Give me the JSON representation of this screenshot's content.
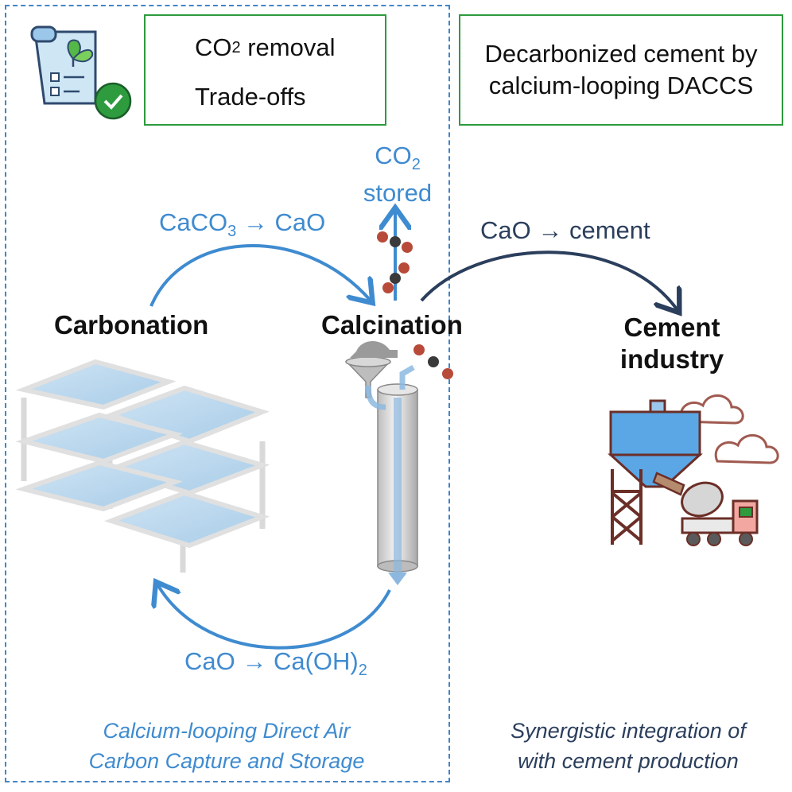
{
  "legend": {
    "co2_removal": "CO",
    "co2_removal_sub": "2",
    "co2_removal_rest": " removal",
    "tradeoffs": "Trade-offs"
  },
  "title": {
    "line1": "Decarbonized cement by",
    "line2": "calcium-looping DACCS"
  },
  "labels": {
    "co2_stored_co": "CO",
    "co2_stored_sub": "2",
    "co2_stored_word": "stored",
    "caco3_to_cao_a": "CaCO",
    "caco3_to_cao_sub": "3",
    "caco3_to_cao_b": " → CaO",
    "cao_to_cement": "CaO → cement",
    "carbonation": "Carbonation",
    "calcination": "Calcination",
    "cement_line1": "Cement",
    "cement_line2": "industry",
    "cao_to_caoh_a": "CaO → Ca(OH)",
    "cao_to_caoh_sub": "2"
  },
  "captions": {
    "left_line1": "Calcium-looping Direct Air",
    "left_line2": "Carbon Capture and Storage",
    "right_line1": "Synergistic integration of",
    "right_line2": "with cement production"
  },
  "colors": {
    "blue": "#3f8bd0",
    "navy": "#2b3e5c",
    "green": "#2e9b3e",
    "arrow_up_green": "#2e9b3e",
    "arrow_down_green": "#1f7a30",
    "molecule_red": "#b84a3a",
    "molecule_gray": "#3a3a3a"
  }
}
